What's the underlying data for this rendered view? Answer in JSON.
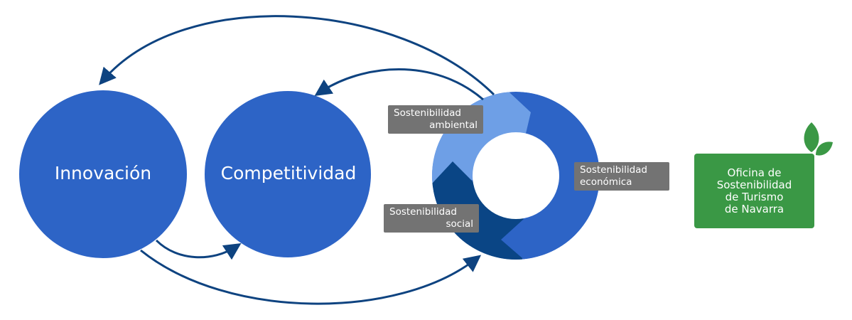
{
  "nodes": {
    "innovation": "Innovación",
    "competitiveness": "Competitividad"
  },
  "sustainability": {
    "environmental": [
      "Sostenibilidad",
      "ambiental"
    ],
    "economic": [
      "Sostenibilidad",
      "económica"
    ],
    "social": [
      "Sostenibilidad",
      "social"
    ]
  },
  "office": {
    "lines": [
      "Oficina de",
      "Sostenibilidad",
      "de Turismo",
      "de Navarra"
    ],
    "icon": "leaves-icon"
  },
  "colors": {
    "main_blue": "#2d64c6",
    "light_blue": "#6e9fe6",
    "dark_blue": "#0a4585",
    "arrow": "#0e4380",
    "label_gray": "#737373",
    "green": "#3a9845"
  }
}
